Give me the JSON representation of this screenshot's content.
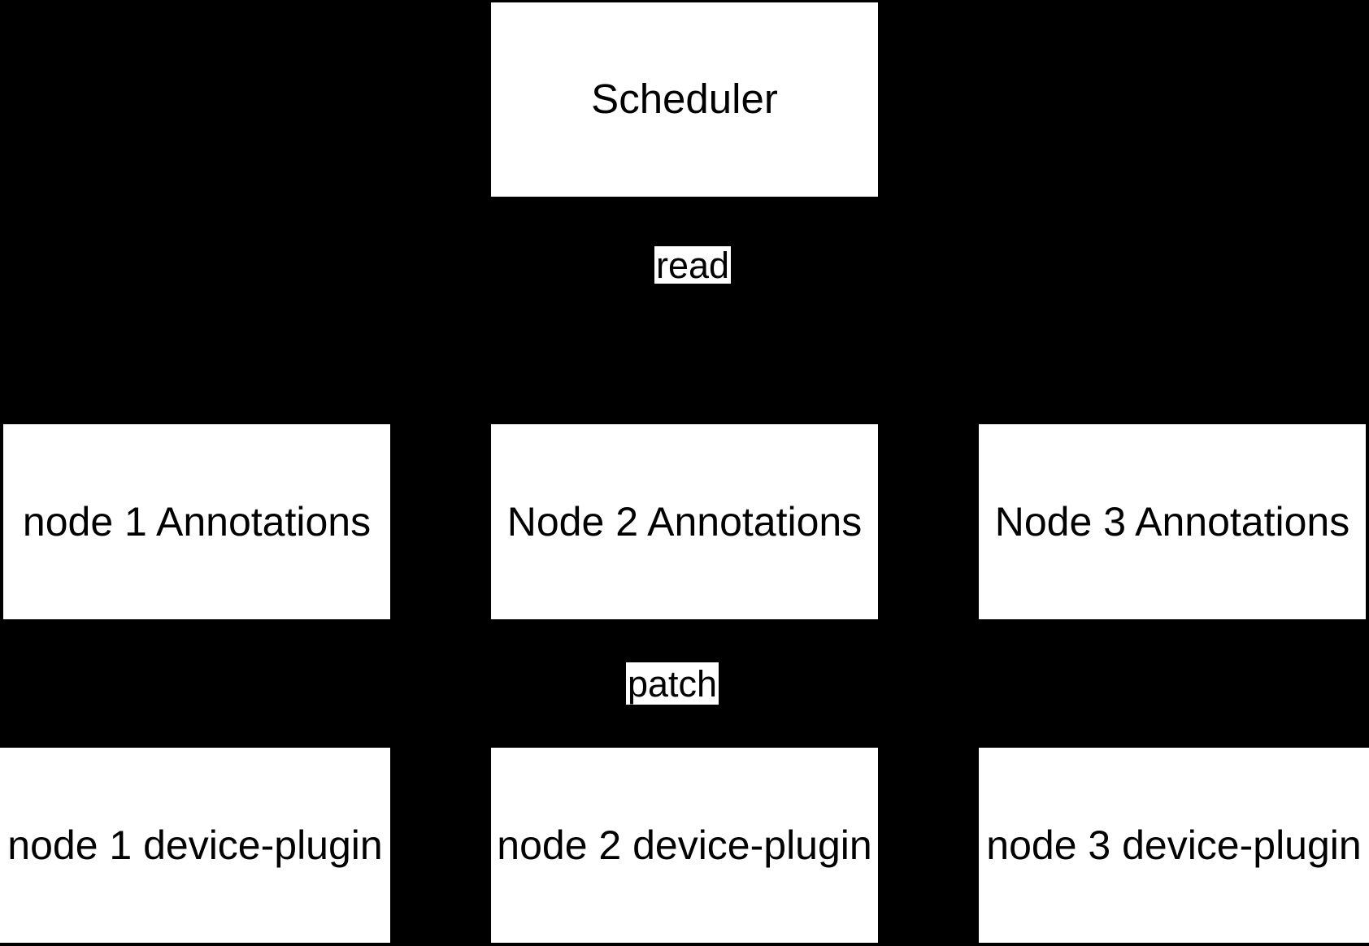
{
  "diagram": {
    "type": "block-diagram",
    "background_color": "#000000",
    "box_fill_color": "#ffffff",
    "text_color": "#000000",
    "scheduler": {
      "label": "Scheduler"
    },
    "edge_labels": {
      "read": "read",
      "patch": "patch"
    },
    "annotations_row": [
      {
        "label": "node 1 Annotations"
      },
      {
        "label": "Node 2 Annotations"
      },
      {
        "label": "Node 3 Annotations"
      }
    ],
    "device_plugin_row": [
      {
        "label": "node 1 device-plugin"
      },
      {
        "label": "node 2 device-plugin"
      },
      {
        "label": "node 3 device-plugin"
      }
    ]
  }
}
